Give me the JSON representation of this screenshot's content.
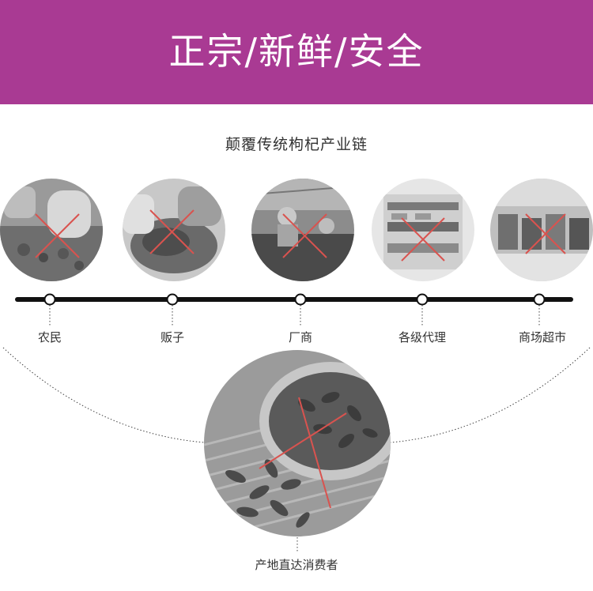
{
  "banner": {
    "title": "正宗/新鲜/安全",
    "bg_color": "#a93a93"
  },
  "subtitle": "颠覆传统枸杞产业链",
  "chain": {
    "stages": [
      {
        "label": "农民",
        "icon": "farmer-photo"
      },
      {
        "label": "贩子",
        "icon": "dealer-photo"
      },
      {
        "label": "厂商",
        "icon": "manufacturer-photo"
      },
      {
        "label": "各级代理",
        "icon": "agent-photo"
      },
      {
        "label": "商场超市",
        "icon": "supermarket-photo"
      }
    ],
    "cross_color": "#d9534f"
  },
  "direct": {
    "label": "产地直达消费者",
    "icon": "goji-berries-photo"
  }
}
